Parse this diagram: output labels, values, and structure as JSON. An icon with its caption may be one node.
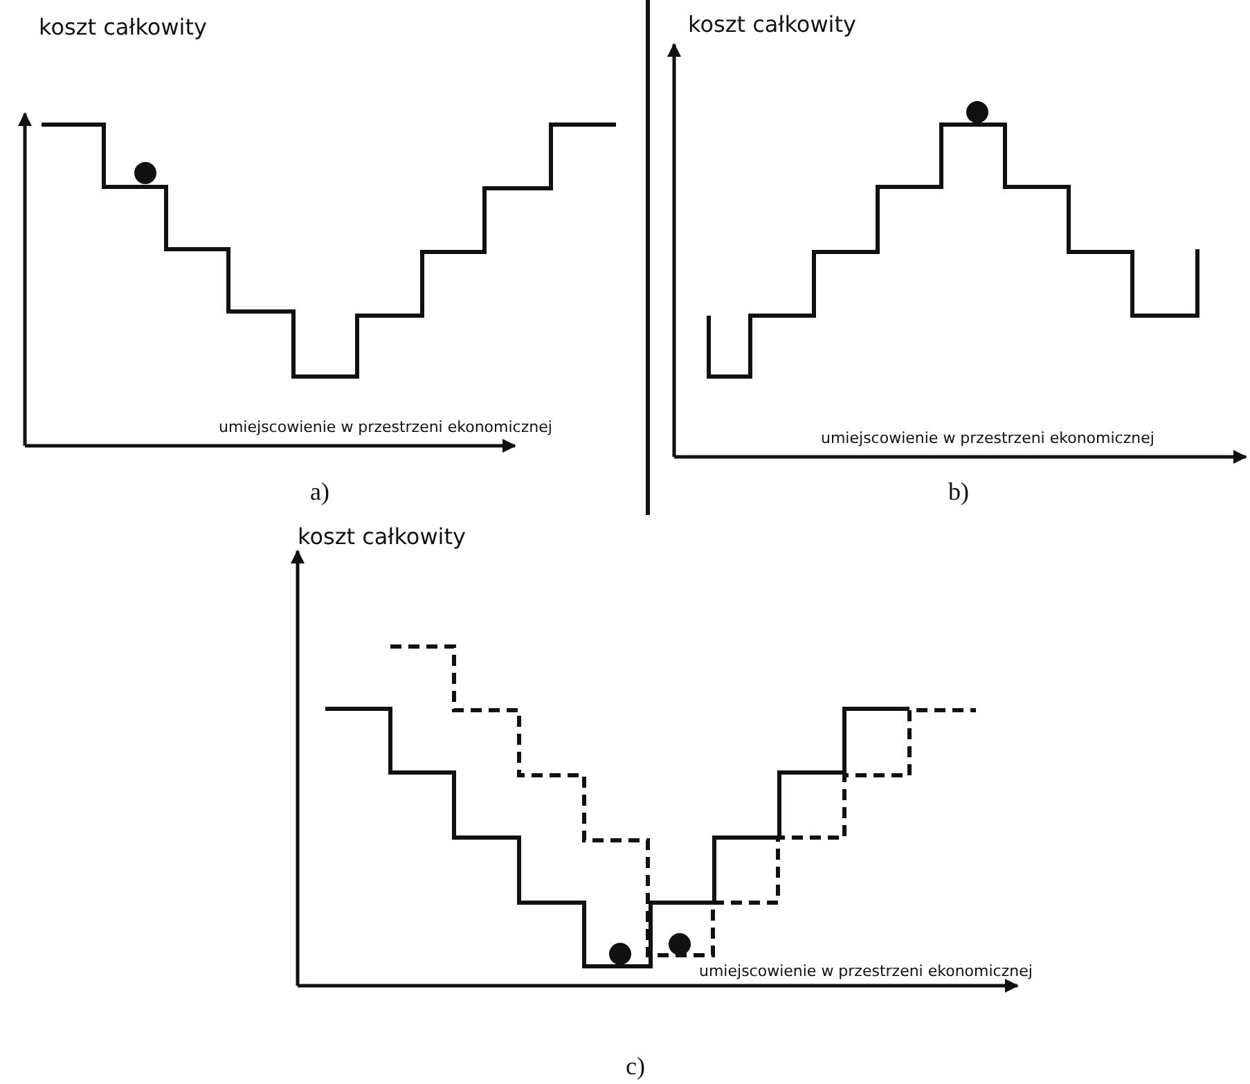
{
  "diagram": {
    "labels": [
      "koszt całkowity",
      "umiejscowienie w przestrzeni ekonomicznej",
      "koszt całkowity",
      "umiejscowienie w przestrzeni ekonomicznej",
      "a)",
      "b)",
      "koszt całkowity",
      "umiejscowienie w przestrzeni ekonomicznej",
      "c)"
    ]
  }
}
